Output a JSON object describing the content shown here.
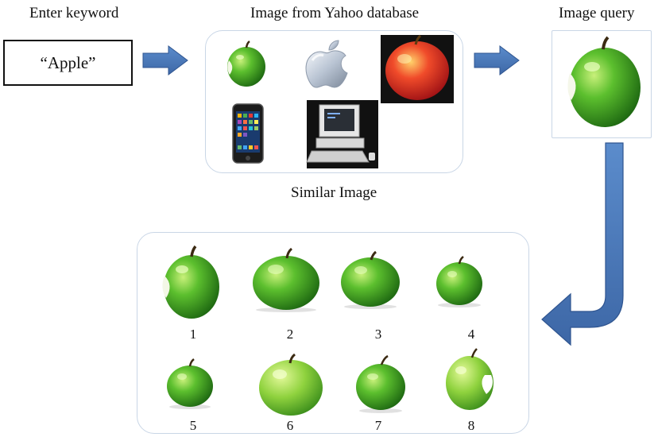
{
  "steps": {
    "enter_keyword": "Enter keyword",
    "keyword_value": "“Apple”",
    "image_source": "Image from Yahoo database",
    "image_query": "Image query",
    "similar_image": "Similar Image"
  },
  "similar_results": {
    "ranks": [
      "1",
      "2",
      "3",
      "4",
      "5",
      "6",
      "7",
      "8"
    ]
  },
  "colors": {
    "arrow": "#4a78b8",
    "apple_green": "#3fa02a",
    "apple_red": "#d8242a"
  },
  "icons": {
    "database_images": [
      "green-apple-icon",
      "apple-logo-icon",
      "red-apple-icon",
      "iphone-icon",
      "computer-icon"
    ],
    "query_image": "green-apple-icon",
    "result_images": "green-apple-icon"
  }
}
